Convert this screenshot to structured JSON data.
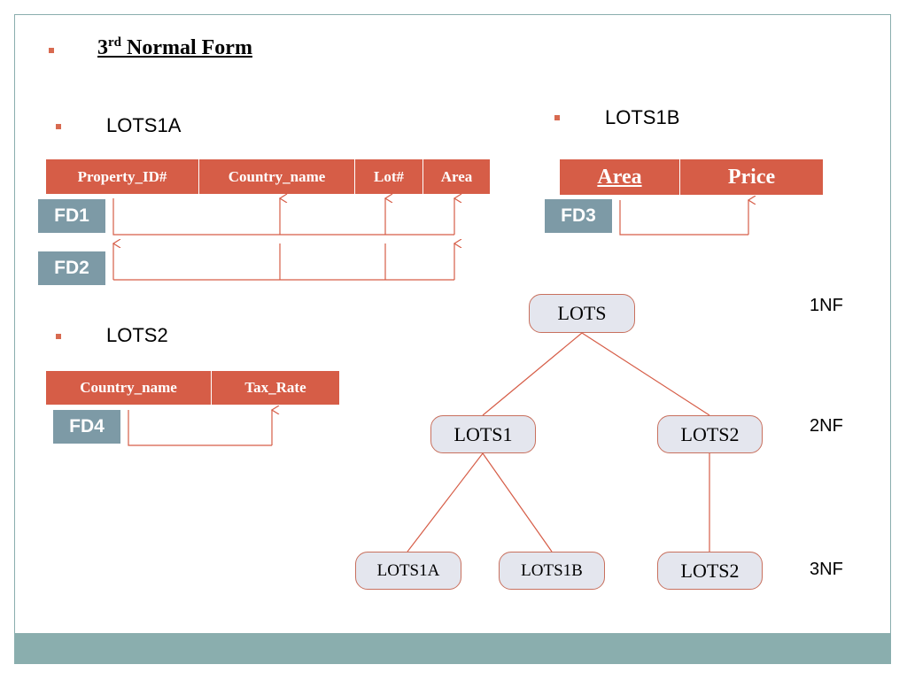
{
  "title": {
    "main": "3",
    "sup": "rd",
    "rest": " Normal Form"
  },
  "sections": {
    "lots1a": "LOTS1A",
    "lots1b": "LOTS1B",
    "lots2": "LOTS2"
  },
  "tables": {
    "lots1a": [
      "Property_ID#",
      "Country_name",
      "Lot#",
      "Area"
    ],
    "lots1b": [
      "Area",
      "Price"
    ],
    "lots2": [
      "Country_name",
      "Tax_Rate"
    ]
  },
  "fds": {
    "fd1": "FD1",
    "fd2": "FD2",
    "fd3": "FD3",
    "fd4": "FD4"
  },
  "tree": {
    "root": "LOTS",
    "lots1": "LOTS1",
    "lots2": "LOTS2",
    "lots1a": "LOTS1A",
    "lots1b": "LOTS1B",
    "lots2_3nf": "LOTS2"
  },
  "levels": {
    "nf1": "1NF",
    "nf2": "2NF",
    "nf3": "3NF"
  },
  "colors": {
    "accent": "#d65d47",
    "fd": "#7d9aa6",
    "band": "#8aaeae",
    "node": "#e4e6ee"
  }
}
